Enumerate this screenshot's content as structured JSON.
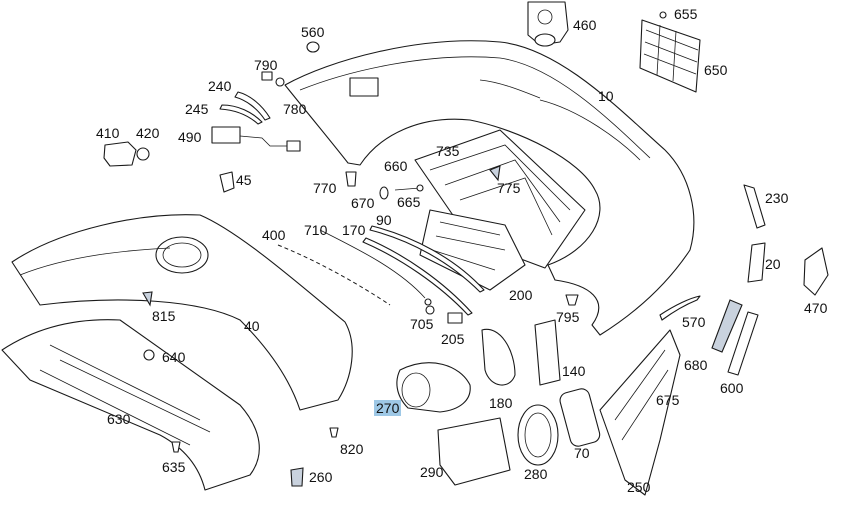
{
  "highlight_color": "#9ec8e6",
  "labels": [
    {
      "id": "p560",
      "text": "560"
    },
    {
      "id": "p460",
      "text": "460"
    },
    {
      "id": "p655",
      "text": "655"
    },
    {
      "id": "p650",
      "text": "650"
    },
    {
      "id": "p790",
      "text": "790"
    },
    {
      "id": "p240",
      "text": "240"
    },
    {
      "id": "p780",
      "text": "780"
    },
    {
      "id": "p245",
      "text": "245"
    },
    {
      "id": "p10",
      "text": "10"
    },
    {
      "id": "p410",
      "text": "410"
    },
    {
      "id": "p420",
      "text": "420"
    },
    {
      "id": "p490",
      "text": "490"
    },
    {
      "id": "p735",
      "text": "735"
    },
    {
      "id": "p660",
      "text": "660"
    },
    {
      "id": "p45",
      "text": "45"
    },
    {
      "id": "p770",
      "text": "770"
    },
    {
      "id": "p775",
      "text": "775"
    },
    {
      "id": "p670",
      "text": "670"
    },
    {
      "id": "p665",
      "text": "665"
    },
    {
      "id": "p230",
      "text": "230"
    },
    {
      "id": "p90",
      "text": "90"
    },
    {
      "id": "p710",
      "text": "710"
    },
    {
      "id": "p170",
      "text": "170"
    },
    {
      "id": "p400",
      "text": "400"
    },
    {
      "id": "p20",
      "text": "20"
    },
    {
      "id": "p200",
      "text": "200"
    },
    {
      "id": "p470",
      "text": "470"
    },
    {
      "id": "p815",
      "text": "815"
    },
    {
      "id": "p795",
      "text": "795"
    },
    {
      "id": "p570",
      "text": "570"
    },
    {
      "id": "p40",
      "text": "40"
    },
    {
      "id": "p705",
      "text": "705"
    },
    {
      "id": "p205",
      "text": "205"
    },
    {
      "id": "p640",
      "text": "640"
    },
    {
      "id": "p680",
      "text": "680"
    },
    {
      "id": "p140",
      "text": "140"
    },
    {
      "id": "p600",
      "text": "600"
    },
    {
      "id": "p270",
      "text": "270",
      "highlighted": true
    },
    {
      "id": "p180",
      "text": "180"
    },
    {
      "id": "p675",
      "text": "675"
    },
    {
      "id": "p630",
      "text": "630"
    },
    {
      "id": "p820",
      "text": "820"
    },
    {
      "id": "p70",
      "text": "70"
    },
    {
      "id": "p635",
      "text": "635"
    },
    {
      "id": "p290",
      "text": "290"
    },
    {
      "id": "p280",
      "text": "280"
    },
    {
      "id": "p260",
      "text": "260"
    },
    {
      "id": "p250",
      "text": "250"
    }
  ]
}
